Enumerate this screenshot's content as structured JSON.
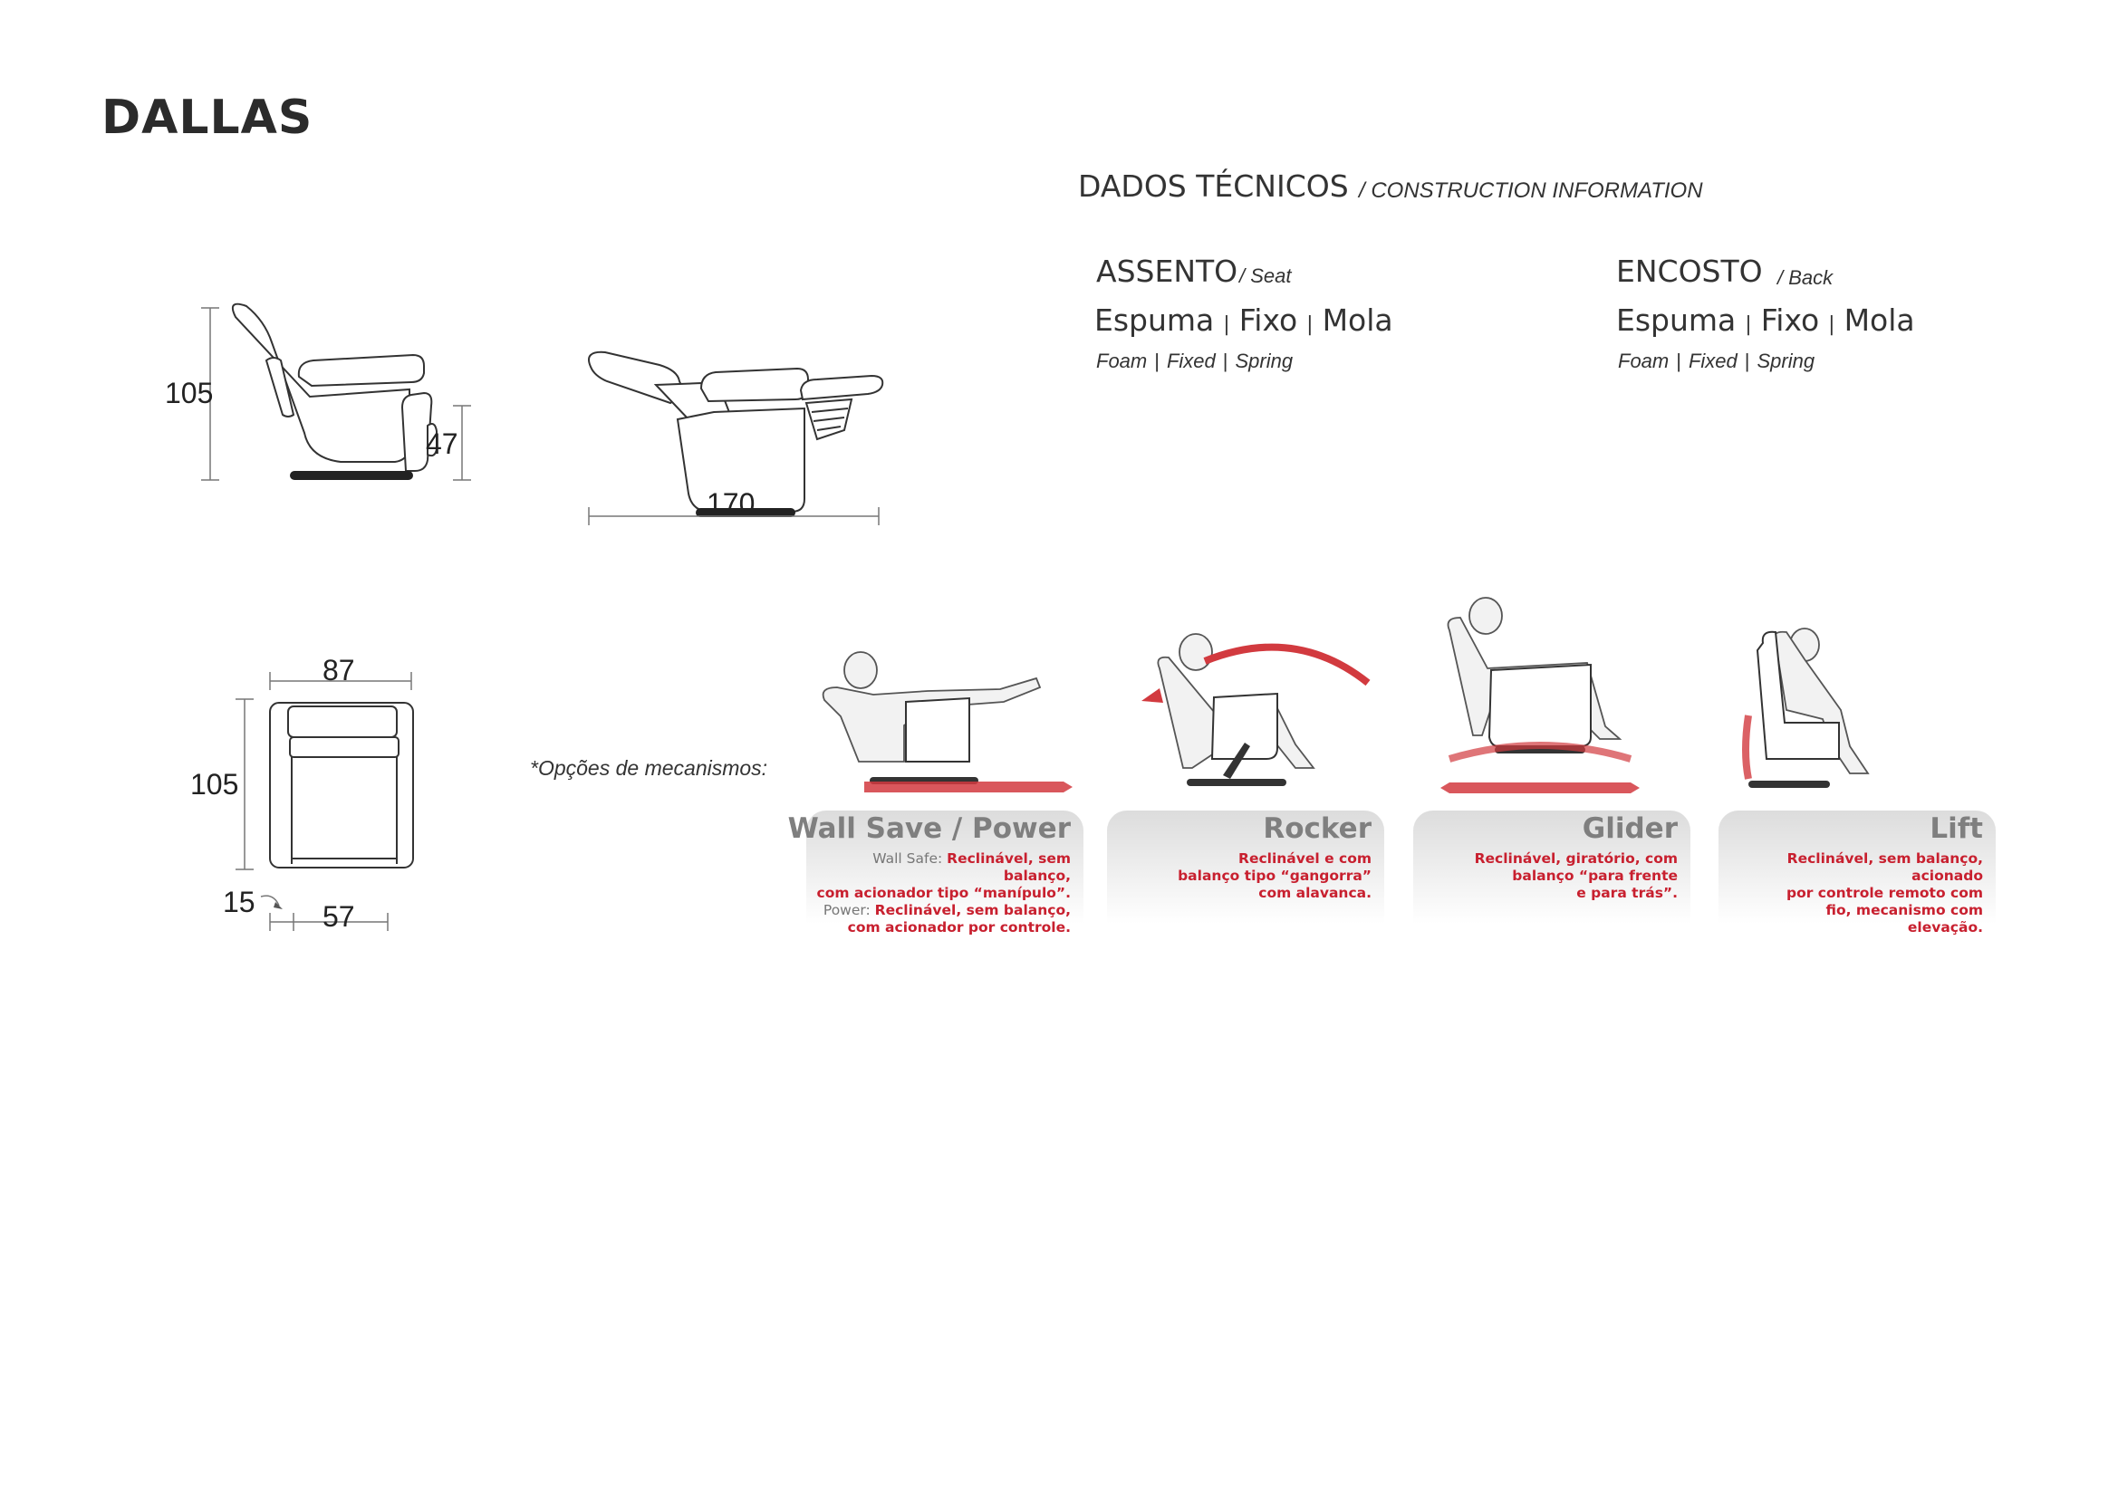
{
  "product": {
    "title": "DALLAS"
  },
  "tech": {
    "title": "DADOS TÉCNICOS",
    "subtitle": "/ CONSTRUCTION INFORMATION",
    "seat": {
      "heading": "ASSENTO",
      "heading_en": "/ Seat",
      "materials": [
        "Espuma",
        "Fixo",
        "Mola"
      ],
      "materials_en": [
        "Foam",
        "Fixed",
        "Spring"
      ]
    },
    "back": {
      "heading": "ENCOSTO",
      "heading_en": "/ Back",
      "materials": [
        "Espuma",
        "Fixo",
        "Mola"
      ],
      "materials_en": [
        "Foam",
        "Fixed",
        "Spring"
      ]
    }
  },
  "dimensions": {
    "side_height": "105",
    "side_seat_height": "47",
    "reclined_length": "170",
    "top_width": "87",
    "top_depth": "105",
    "top_arm": "15",
    "top_seat_width": "57"
  },
  "mechanisms": {
    "label": "*Opções de mecanismos:",
    "items": [
      {
        "name": "Wall Save / Power",
        "line1_label": "Wall Safe: ",
        "line1_text": "Reclinável, sem balanço,",
        "line2_text": "com acionador tipo “manípulo”.",
        "line3_label": "Power: ",
        "line3_text": "Reclinável, sem balanço,",
        "line4_text": "com acionador por controle."
      },
      {
        "name": "Rocker",
        "desc": [
          "Reclinável e com",
          "balanço tipo “gangorra”",
          "com alavanca."
        ]
      },
      {
        "name": "Glider",
        "desc": [
          "Reclinável, giratório, com",
          "balanço “para frente",
          "e para trás”."
        ]
      },
      {
        "name": "Lift",
        "desc": [
          "Reclinável, sem balanço, acionado",
          "por controle remoto com",
          "fio, mecanismo com",
          "elevação."
        ]
      }
    ]
  }
}
